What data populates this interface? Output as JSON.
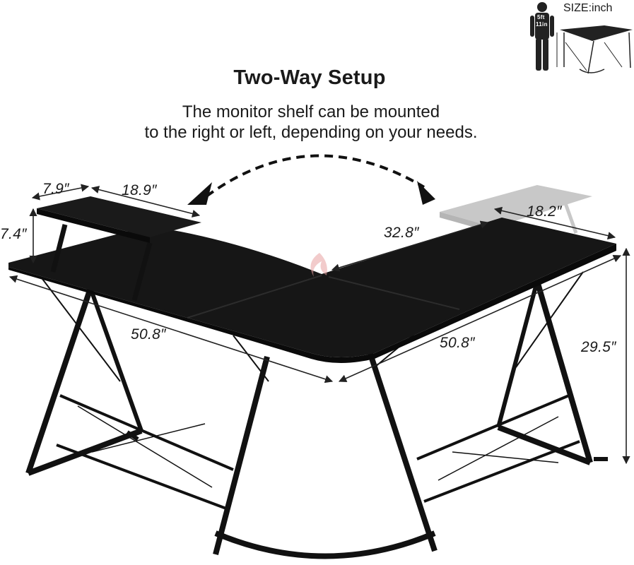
{
  "title": "Two-Way Setup",
  "subtitle": {
    "line1": "The monitor shelf can be mounted",
    "line2": "to the right or left, depending on your needs."
  },
  "size_label": "SIZE:inch",
  "person_height": {
    "feet": "5ft",
    "inches": "11in"
  },
  "dimensions": {
    "shelf_depth": "7.9″",
    "shelf_width": "18.9″",
    "shelf_height": "7.4″",
    "right_shelf_width": "18.2″",
    "inner_depth": "32.8″",
    "left_length": "50.8″",
    "right_length": "50.8″",
    "desk_height": "29.5″"
  },
  "colors": {
    "desk": "#111111",
    "ghost_shelf": "#c8c8c8",
    "arrow": "#111111",
    "logo": "#e8a0a0"
  },
  "icons": [
    "person-silhouette-icon",
    "desk-thumbnail-icon",
    "swap-arrow-icon"
  ]
}
